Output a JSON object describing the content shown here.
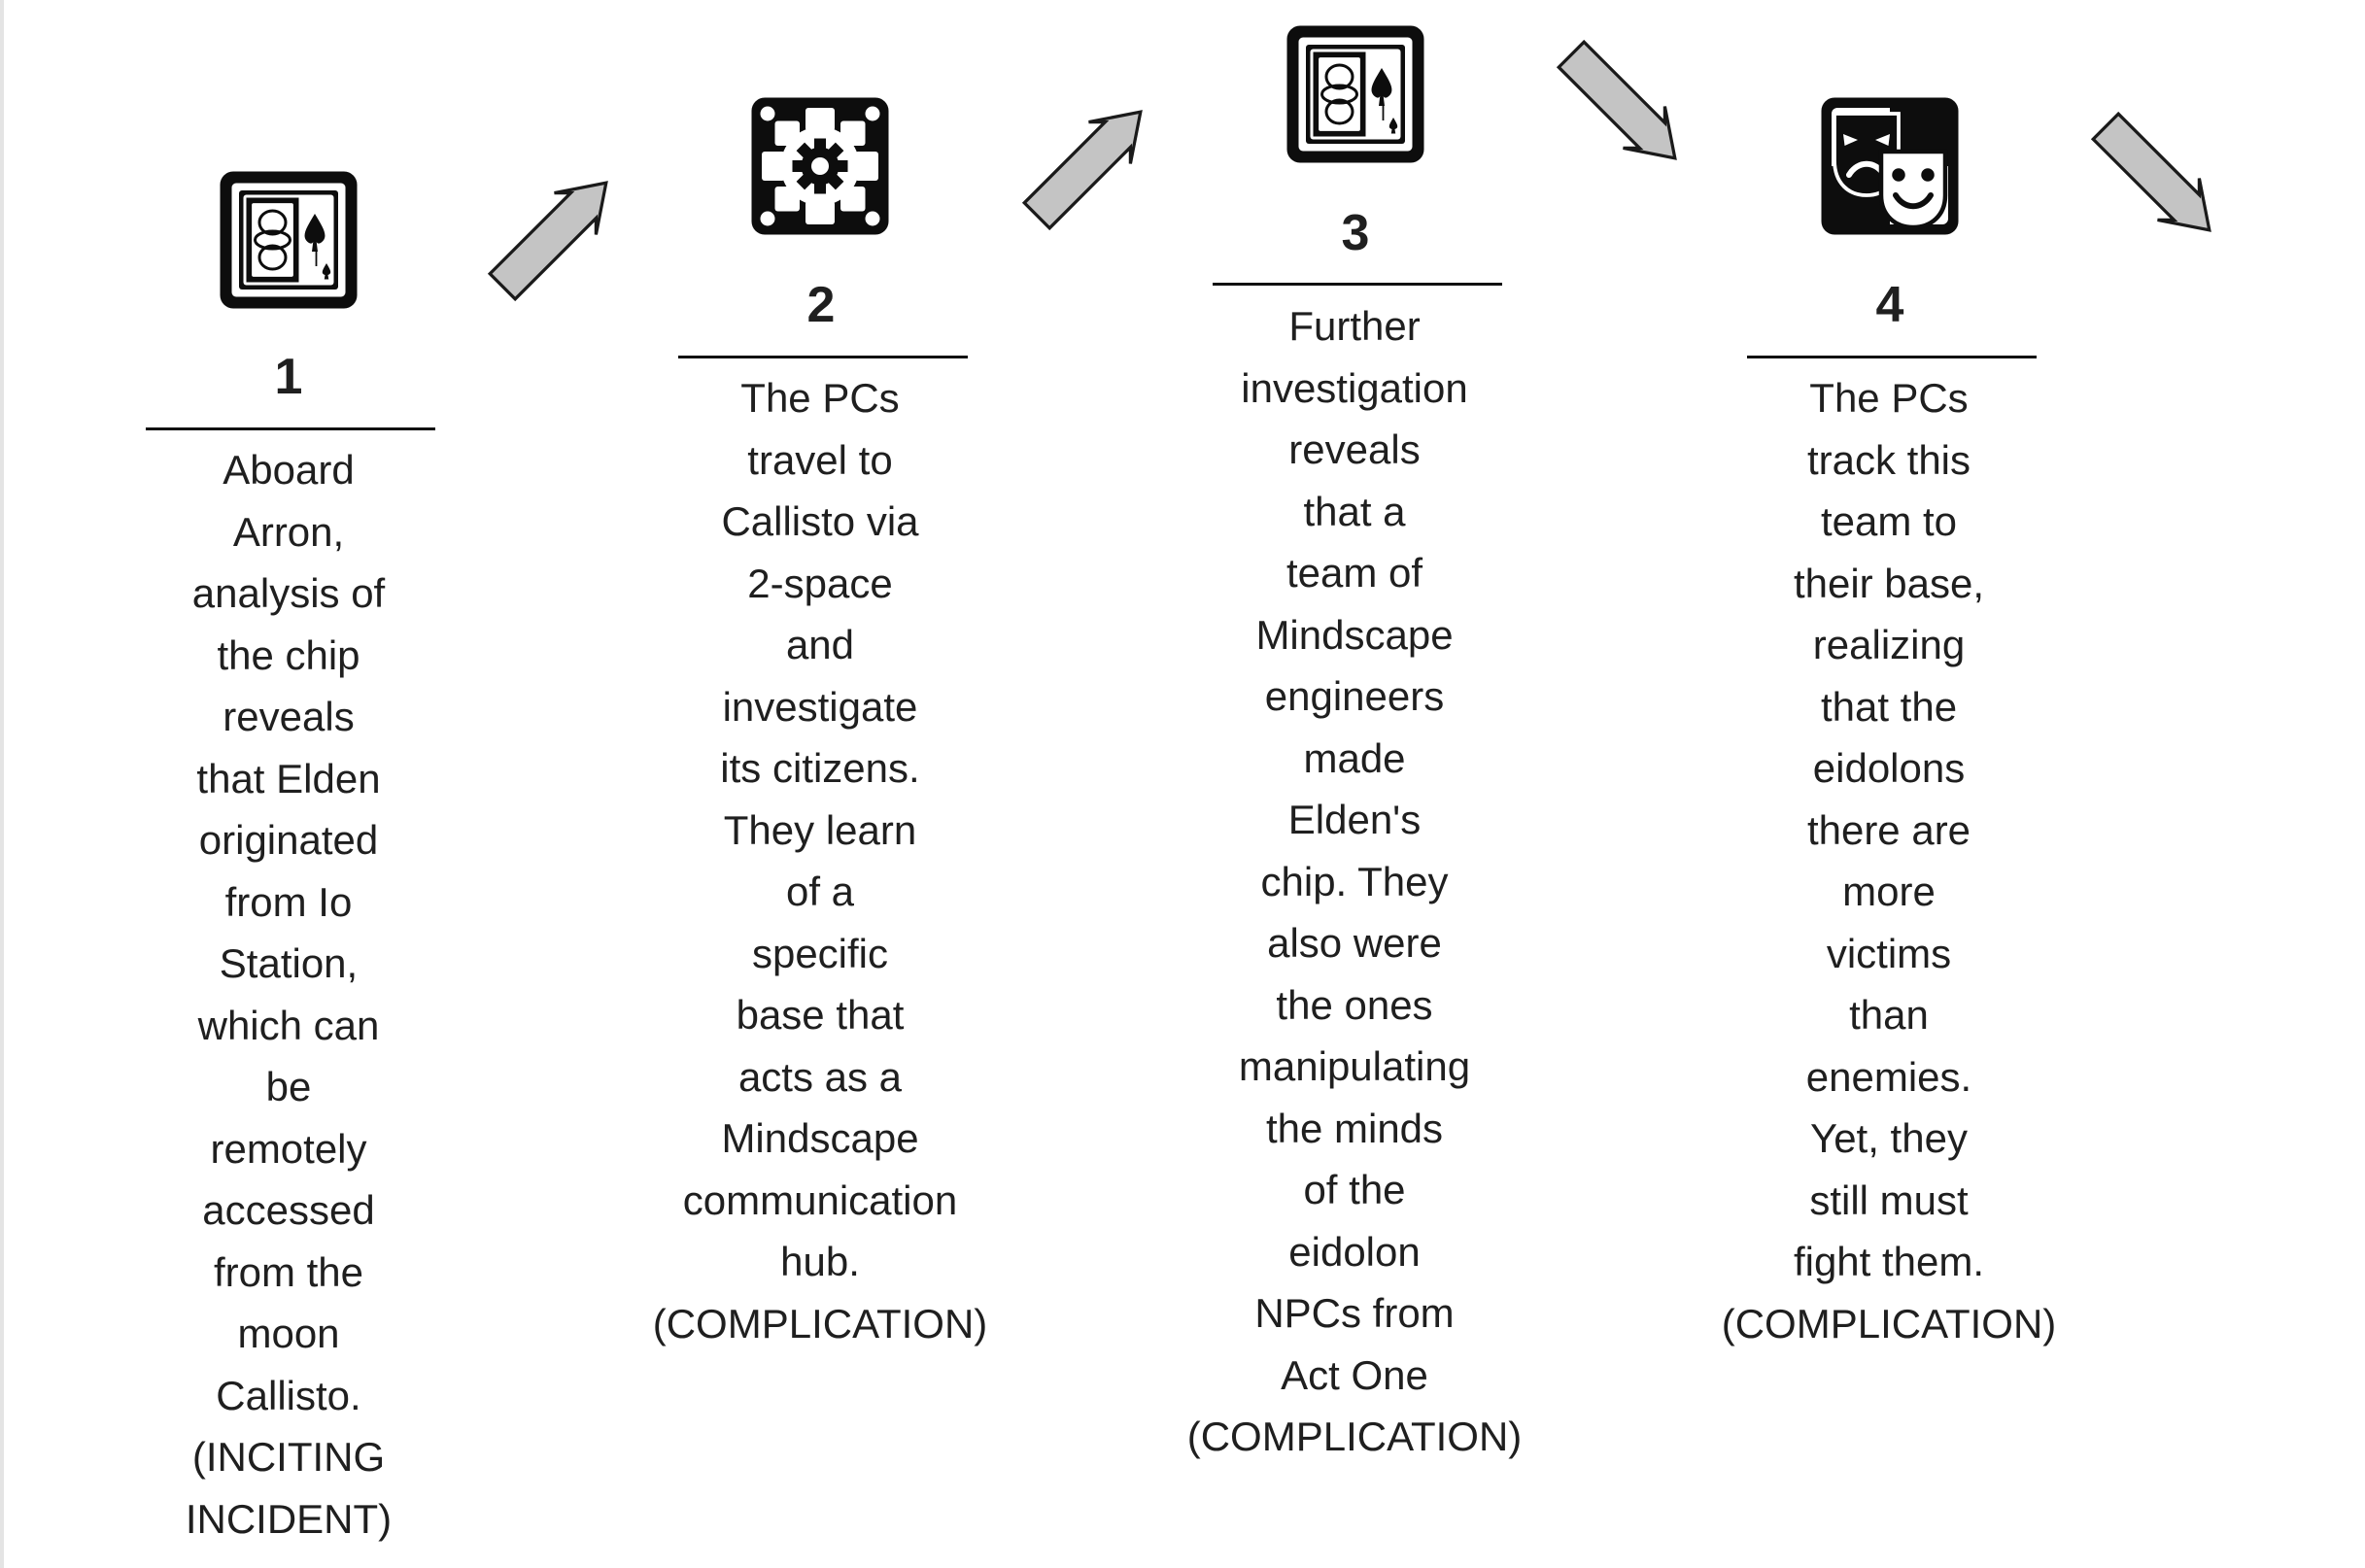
{
  "steps": [
    {
      "number": "1",
      "icon": "playing-card-icon",
      "text": "Aboard\nArron,\nanalysis of\nthe chip\nreveals\nthat Elden\noriginated\nfrom Io\nStation,\nwhich can\nbe\nremotely\naccessed\nfrom the\nmoon\nCallisto.\n(INCITING\nINCIDENT)"
    },
    {
      "number": "2",
      "icon": "gear-icon",
      "text": "The PCs\ntravel to\nCallisto via\n2-space\nand\ninvestigate\nits citizens.\nThey learn\nof a\nspecific\nbase that\nacts as a\nMindscape\ncommunication\nhub.\n(COMPLICATION)"
    },
    {
      "number": "3",
      "icon": "playing-card-icon",
      "text": "Further\ninvestigation\nreveals\nthat a\nteam of\nMindscape\nengineers\nmade\nElden's\nchip. They\nalso were\nthe ones\nmanipulating\nthe minds\nof the\neidolon\nNPCs from\nAct One\n(COMPLICATION)"
    },
    {
      "number": "4",
      "icon": "theater-masks-icon",
      "text": "The PCs\ntrack this\nteam to\ntheir base,\nrealizing\nthat the\neidolons\nthere are\nmore\nvictims\nthan\nenemies.\nYet, they\nstill must\nfight them.\n(COMPLICATION)"
    }
  ],
  "arrows": [
    "arrow-up-right-icon",
    "arrow-up-right-icon",
    "arrow-down-right-icon",
    "arrow-down-right-icon"
  ],
  "colors": {
    "arrow_fill": "#c4c4c4",
    "arrow_stroke": "#1a1a1a",
    "icon": "#0d0d0d",
    "text": "#1f1f1f"
  }
}
